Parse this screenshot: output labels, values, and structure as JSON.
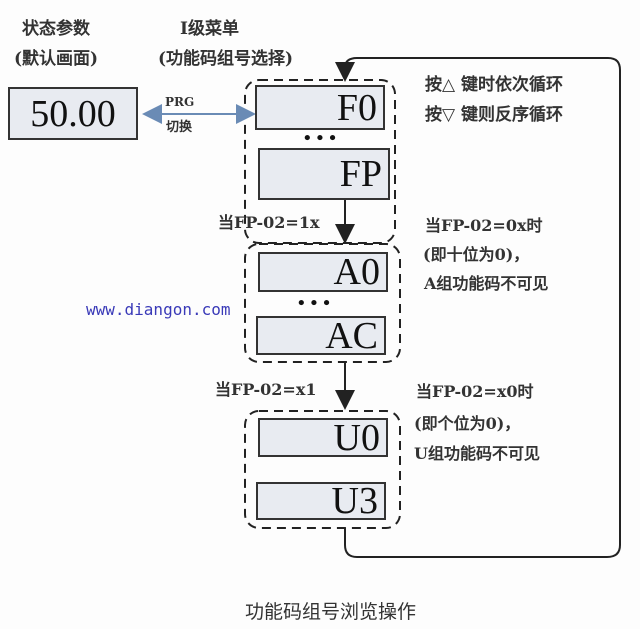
{
  "status_header": {
    "line1": "状态参数",
    "line2": "(默认画面)"
  },
  "menu_header": {
    "line1": "I级菜单",
    "line2": "(功能码组号选择)"
  },
  "status_display": "50.00",
  "switch_label": {
    "line1": "PRG",
    "line2": "切换"
  },
  "groups": [
    {
      "first": "F0",
      "last": "FP",
      "dots": "•••"
    },
    {
      "first": "A0",
      "last": "AC",
      "dots": "•••"
    },
    {
      "first": "U0",
      "last": "U3"
    }
  ],
  "conditions": {
    "to_a": "当FP-02=1x",
    "to_u": "当FP-02=x1"
  },
  "key_notes": [
    "按△ 键时依次循环",
    "按▽ 键则反序循环"
  ],
  "a_note": [
    "当FP-02=0x时",
    "(即十位为0)，",
    "A组功能码不可见"
  ],
  "u_note": [
    "当FP-02=x0时",
    "(即个位为0)，",
    "U组功能码不可见"
  ],
  "watermark": "www.diangon.com",
  "caption": "功能码组号浏览操作",
  "colors": {
    "lcd_fill": "#e8ebf1",
    "link_arrow": "#6a8bb5",
    "watermark": "#3a3ab8"
  }
}
